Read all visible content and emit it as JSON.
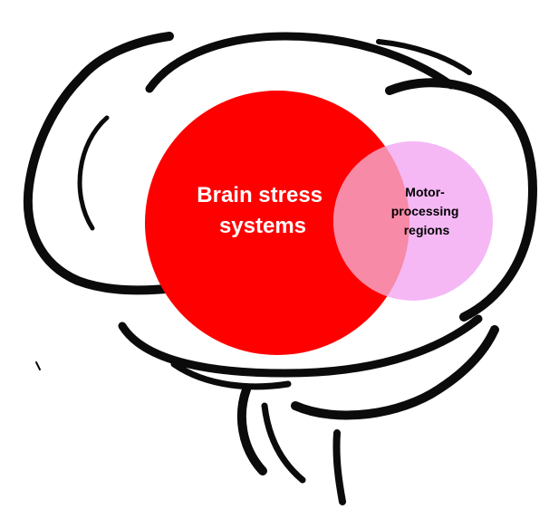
{
  "diagram": {
    "type": "venn",
    "background": "brain-outline-sketch",
    "sets": [
      {
        "id": "stress",
        "label_lines": [
          "Brain stress",
          "systems"
        ],
        "color": "#ff0000",
        "label_color": "#ffffff"
      },
      {
        "id": "motor",
        "label_lines": [
          "Motor-",
          "processing",
          "regions"
        ],
        "color": "#f5b8f5",
        "label_color": "#000000"
      }
    ],
    "overlap_color": "#f78aa6",
    "outline_color": "#0b0b0b"
  }
}
